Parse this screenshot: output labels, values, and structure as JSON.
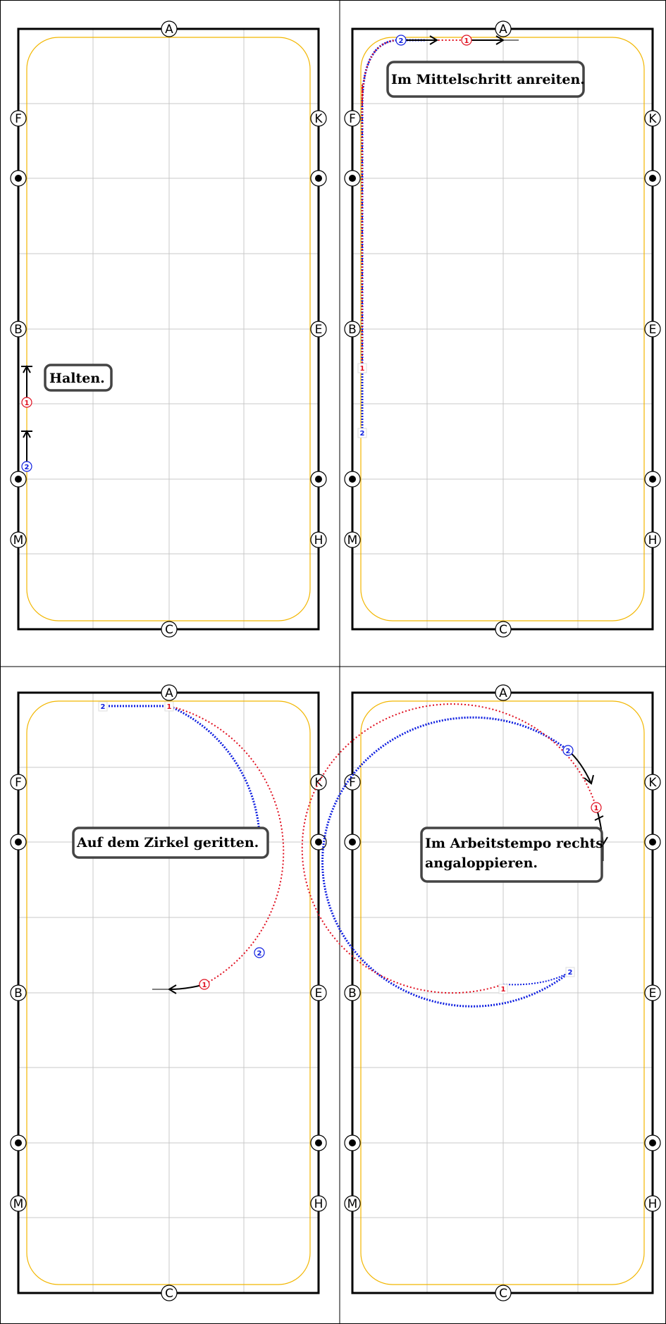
{
  "colors": {
    "arena_border": "#000000",
    "track": "#f2b600",
    "grid": "#c8c8c8",
    "rider1": "#e01020",
    "rider2": "#1020e0",
    "caption_border": "#444444"
  },
  "markers": [
    "A",
    "C",
    "F",
    "K",
    "B",
    "E",
    "M",
    "H"
  ],
  "panels": [
    {
      "id": "p1",
      "caption": [
        "Halten."
      ]
    },
    {
      "id": "p2",
      "caption": [
        "Im Mittelschritt anreiten."
      ]
    },
    {
      "id": "p3",
      "caption": [
        "Auf dem Zirkel geritten."
      ]
    },
    {
      "id": "p4",
      "caption": [
        "Im Arbeitstempo rechts",
        "angaloppieren."
      ]
    }
  ],
  "riders": [
    {
      "number": "1",
      "color": "#e01020"
    },
    {
      "number": "2",
      "color": "#1020e0"
    }
  ]
}
